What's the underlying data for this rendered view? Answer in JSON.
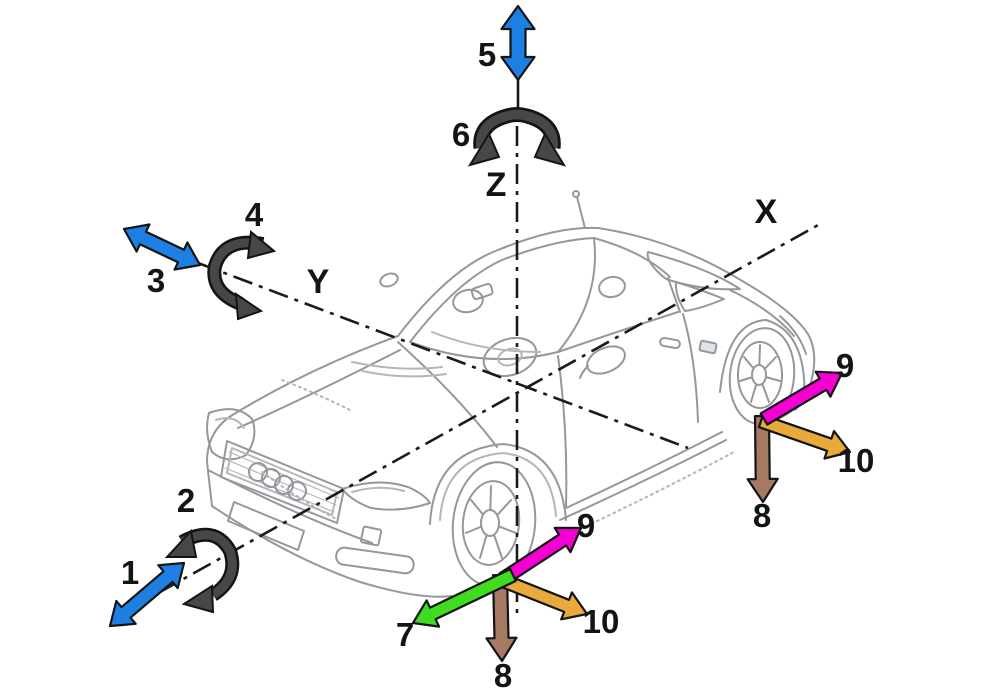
{
  "fig": {
    "axis": {
      "x": "X",
      "y": "Y",
      "z": "Z"
    },
    "nums": {
      "n1": "1",
      "n2": "2",
      "n3": "3",
      "n4": "4",
      "n5": "5",
      "n6": "6",
      "n7": "7",
      "n8": "8",
      "n9": "9",
      "n10": "10"
    },
    "colors": {
      "blue": "#1e7fe2",
      "rotGray": "#474747",
      "outline": "#141414",
      "axis": "#1a1a1a",
      "magenta": "#f500d2",
      "orange": "#e9a93b",
      "brown": "#a67a62",
      "green": "#3fdc20",
      "carLine": "#94989c",
      "carLineLight": "#b3b7ba",
      "markerFill": "#dce3e9",
      "text": "#141414"
    }
  }
}
